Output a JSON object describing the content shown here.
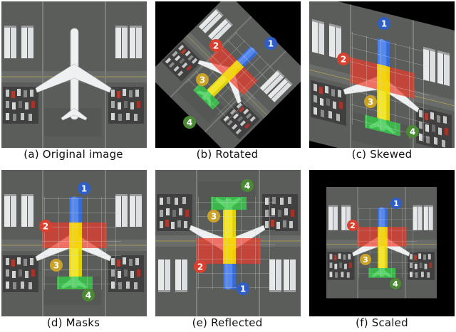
{
  "captions": {
    "a": "(a) Original image",
    "b": "(b) Rotated",
    "c": "(c) Skewed",
    "d": "(d) Masks",
    "e": "(e) Reflected",
    "f": "(f) Scaled"
  },
  "markers": {
    "one": "1",
    "two": "2",
    "three": "3",
    "four": "4"
  },
  "colors": {
    "marker1": "#2f5fc6",
    "marker2": "#d9412e",
    "marker3": "#c9a227",
    "marker4": "#4b8a35",
    "mask_blue": "#2f6ff0",
    "mask_red": "#f03a2a",
    "mask_yellow": "#f5e400",
    "mask_green": "#35d04a",
    "tarmac": "#5b5d5a",
    "background_black": "#000000"
  }
}
